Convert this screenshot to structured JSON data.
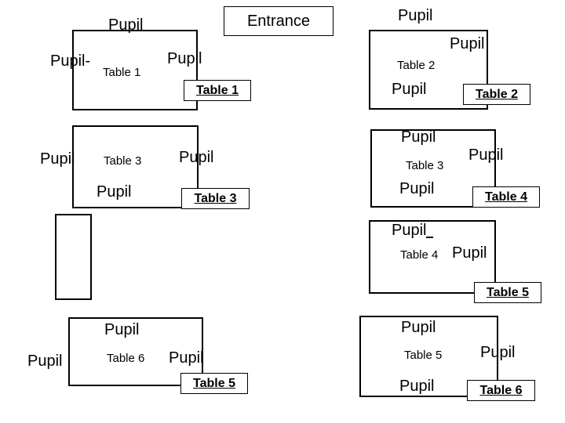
{
  "entrance": "Entrance",
  "pupil": "Pupil",
  "tables": {
    "t1": "Table 1",
    "t2": "Table 2",
    "t3": "Table 3",
    "t4": "Table 4",
    "t5": "Table 5",
    "t6": "Table 6"
  }
}
